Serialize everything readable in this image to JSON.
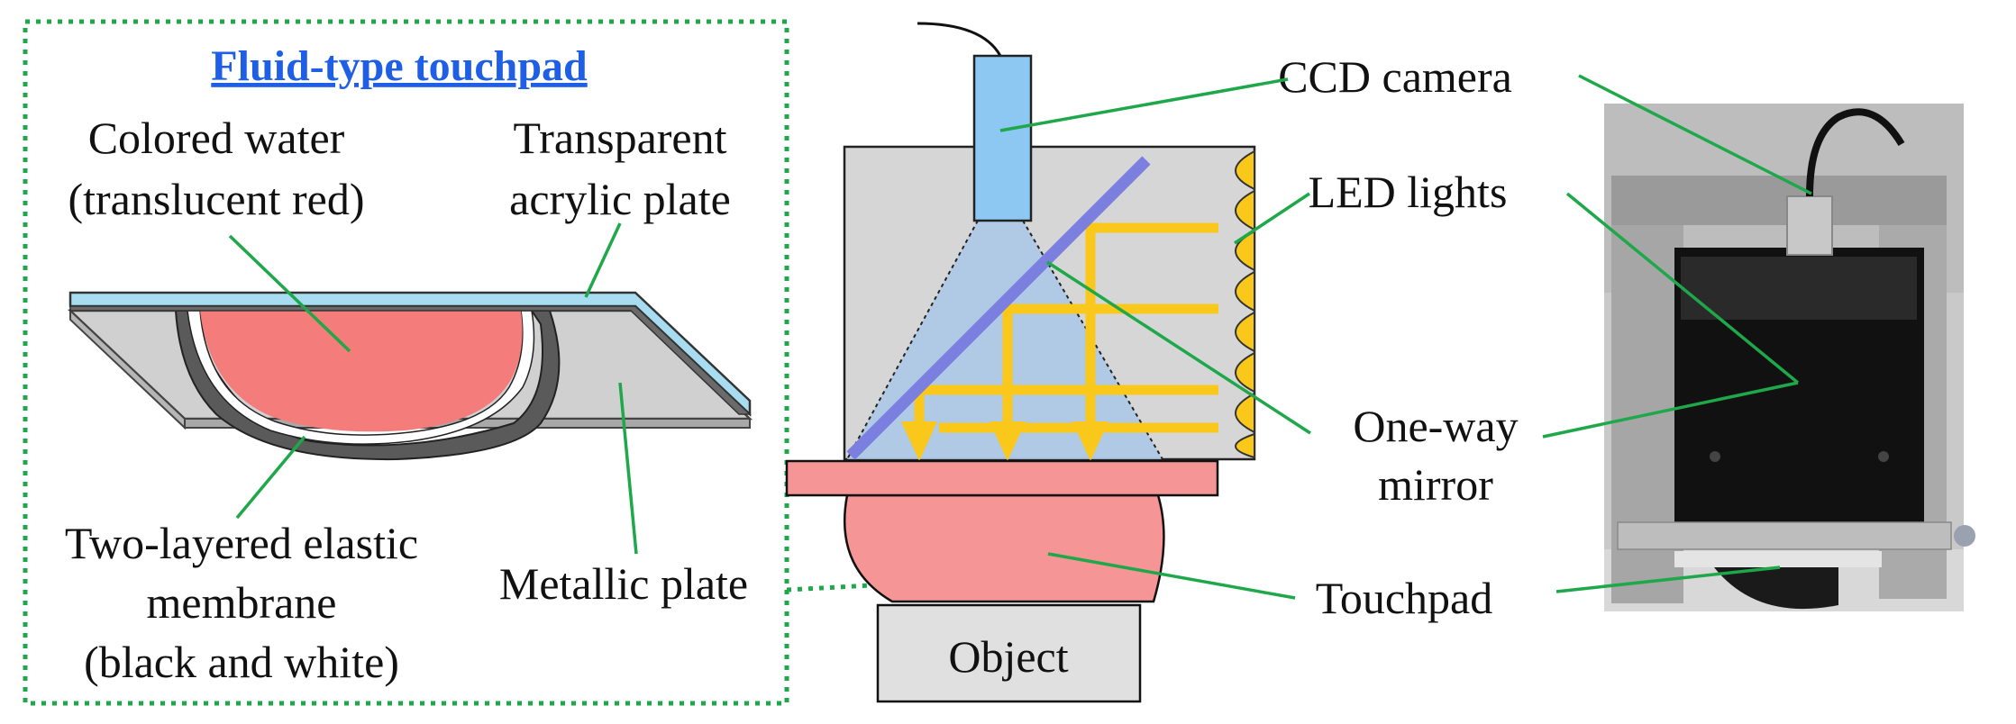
{
  "touchpad_panel": {
    "title": "Fluid-type touchpad",
    "labels": {
      "colored_water_1": "Colored water",
      "colored_water_2": "(translucent red)",
      "acrylic_1": "Transparent",
      "acrylic_2": "acrylic plate",
      "membrane_1": "Two-layered elastic",
      "membrane_2": "membrane",
      "membrane_3": "(black and white)",
      "metallic": "Metallic plate"
    }
  },
  "apparatus": {
    "object_label": "Object",
    "labels": {
      "ccd_camera": "CCD camera",
      "led_lights": "LED lights",
      "one_way_1": "One-way",
      "one_way_2": "mirror",
      "touchpad": "Touchpad"
    }
  },
  "colors": {
    "leader_lines": "#1ea84a",
    "title": "#1f5fe6",
    "water": "#f47d7b",
    "acrylic": "#a8dcf0",
    "camera": "#8cc8f2",
    "mirror": "#7b7fe0",
    "led": "#f9c81a",
    "housing": "#d6d6d6"
  }
}
